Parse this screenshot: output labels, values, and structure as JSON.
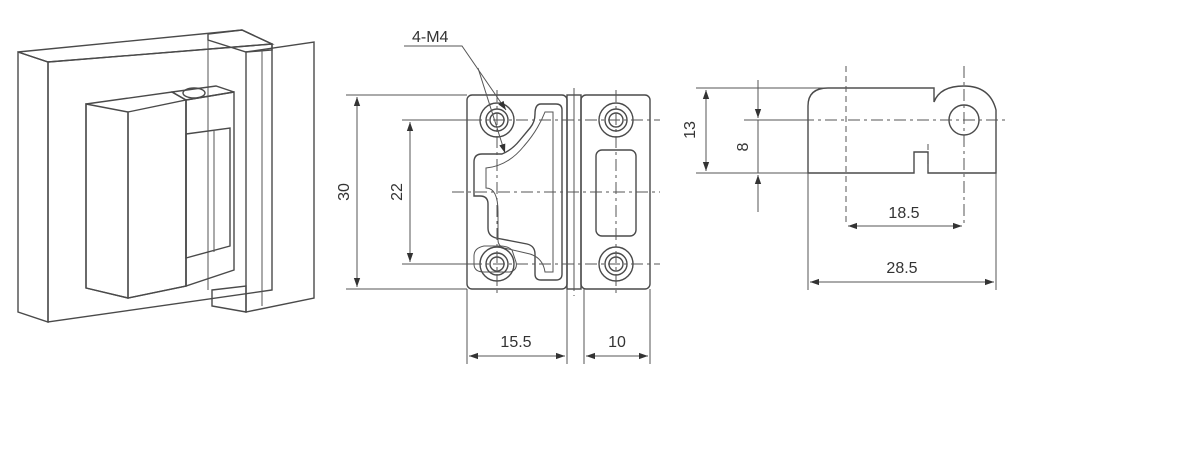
{
  "drawing": {
    "callout": "4-M4",
    "dimensions": {
      "overall_height": "30",
      "hole_spacing": "22",
      "leaf_width": "15.5",
      "pin_leaf_width": "10",
      "side_height": "13",
      "pin_height": "8",
      "hole_distance": "18.5",
      "overall_length": "28.5"
    }
  }
}
